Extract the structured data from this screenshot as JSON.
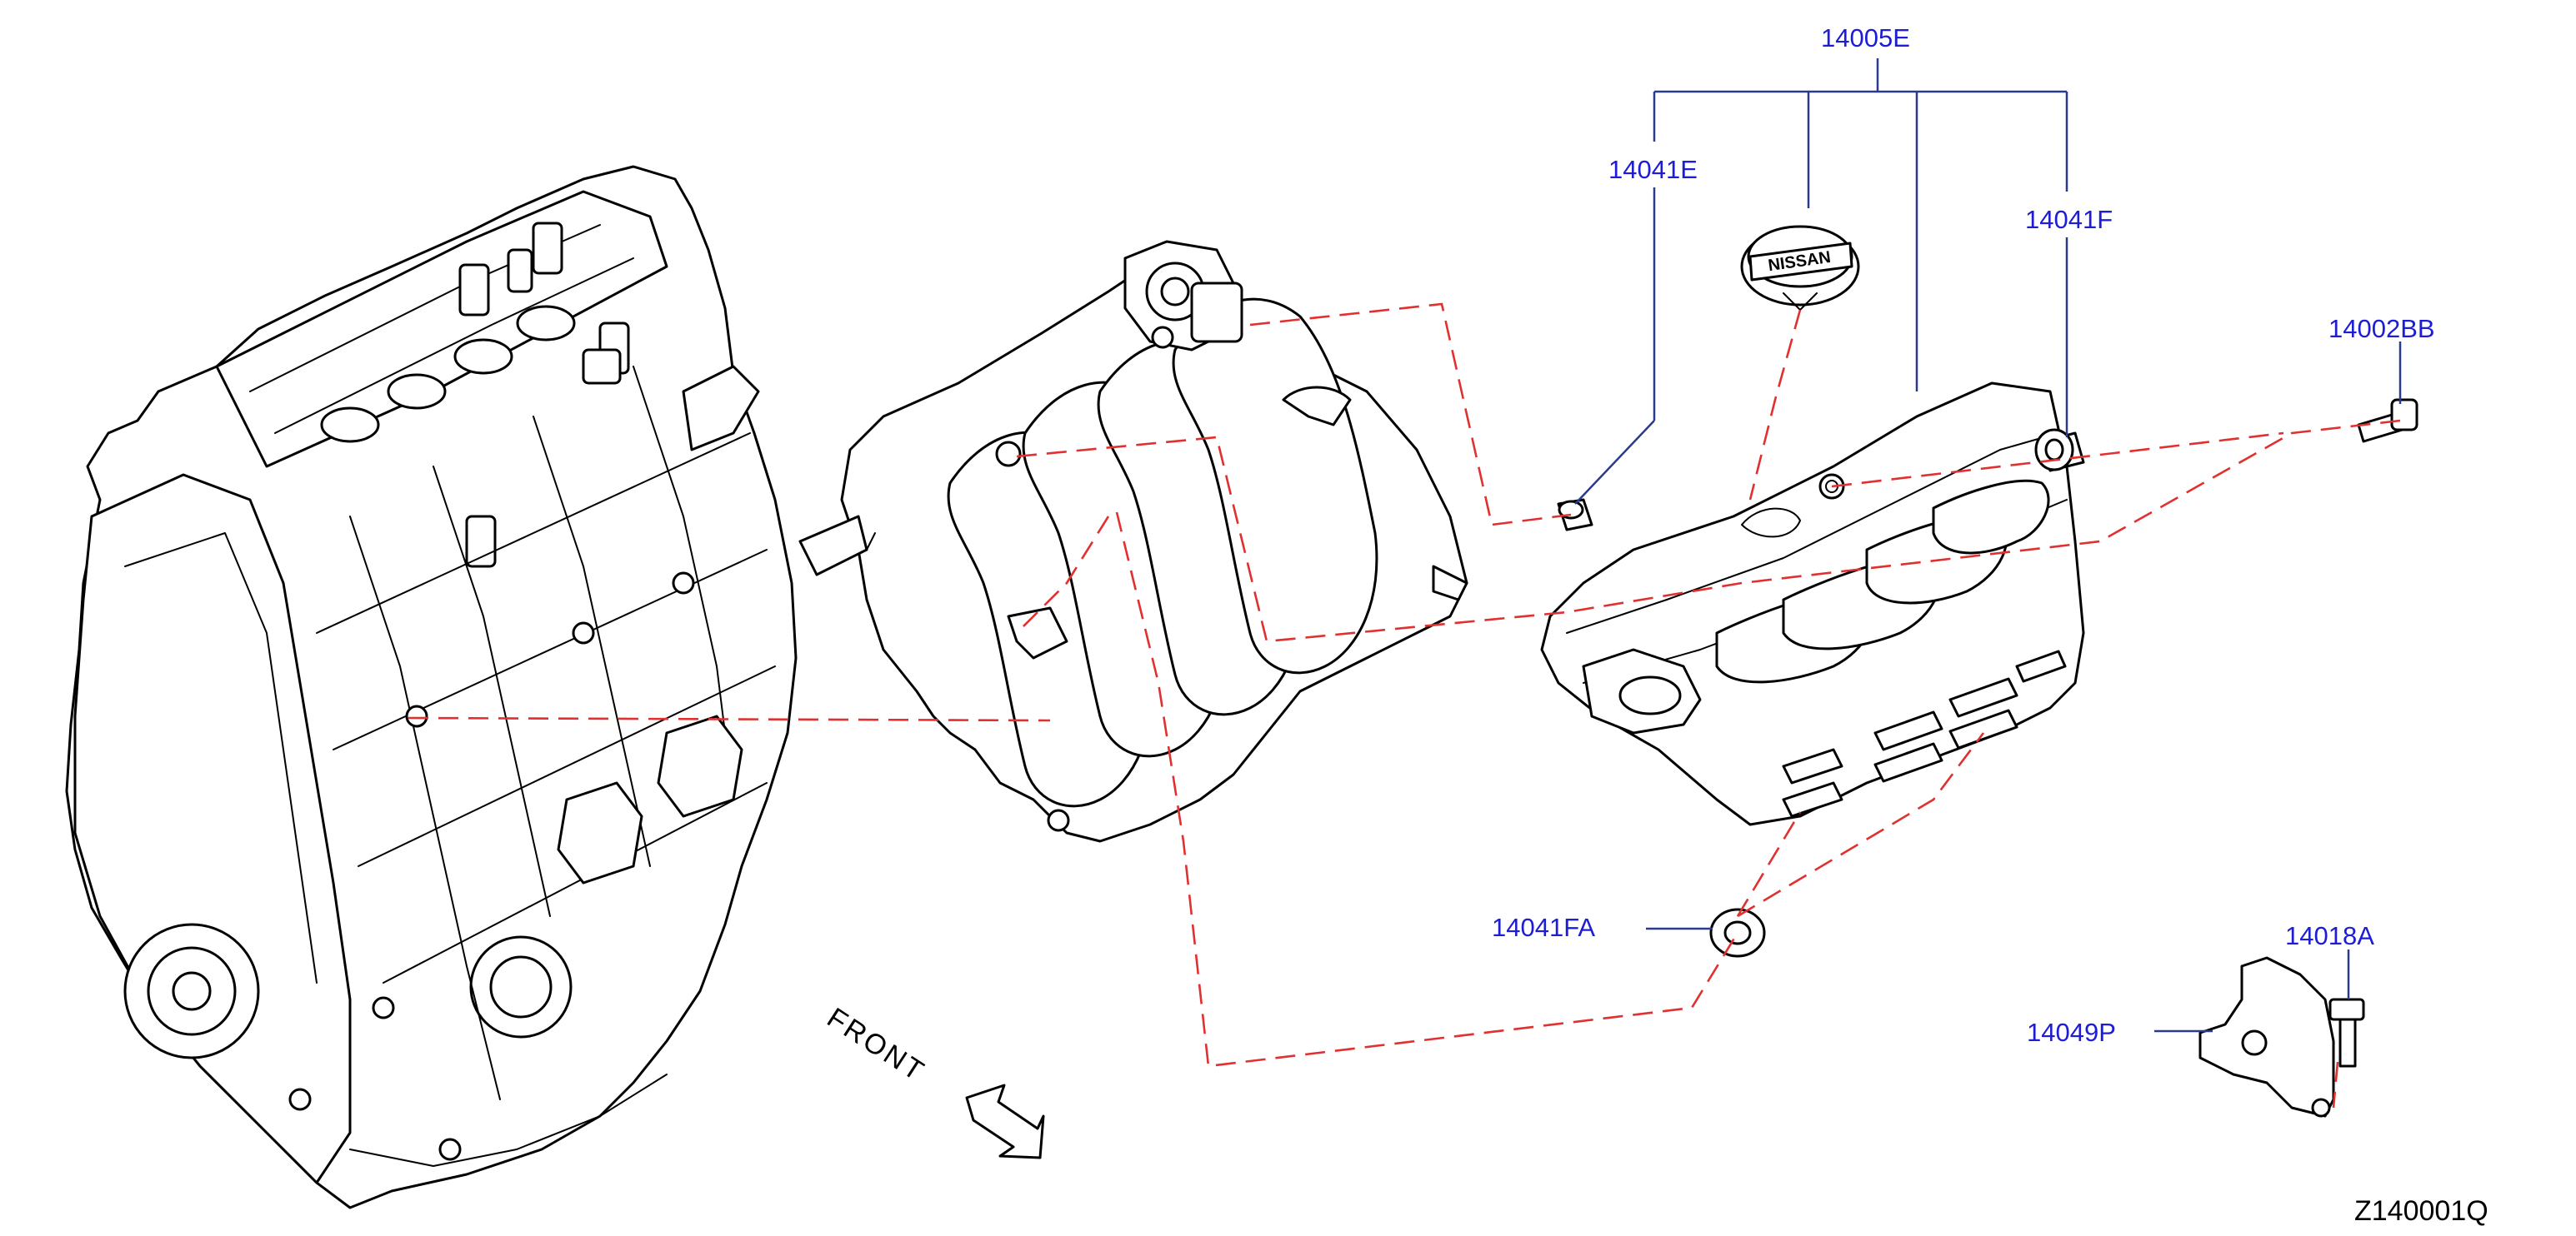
{
  "diagram": {
    "code": "Z140001Q",
    "front_label": "FRONT",
    "colors": {
      "label": "#1d1dd6",
      "leader_line": "#2a3a8c",
      "dashed_connector": "#e0302f",
      "line_art": "#000000",
      "background": "#ffffff"
    }
  },
  "parts": [
    {
      "id": "cover-assy",
      "label": "14005E"
    },
    {
      "id": "grommet-left",
      "label": "14041E"
    },
    {
      "id": "grommet-right",
      "label": "14041F"
    },
    {
      "id": "bolt-right",
      "label": "14002BB"
    },
    {
      "id": "grommet-lower",
      "label": "14041FA"
    },
    {
      "id": "bolt-bracket",
      "label": "14018A"
    },
    {
      "id": "bracket",
      "label": "14049P"
    }
  ],
  "components": [
    {
      "name": "engine-assembly-icon"
    },
    {
      "name": "intake-manifold-icon"
    },
    {
      "name": "engine-cover-icon"
    },
    {
      "name": "nissan-emblem-icon"
    },
    {
      "name": "front-arrow-icon"
    }
  ]
}
